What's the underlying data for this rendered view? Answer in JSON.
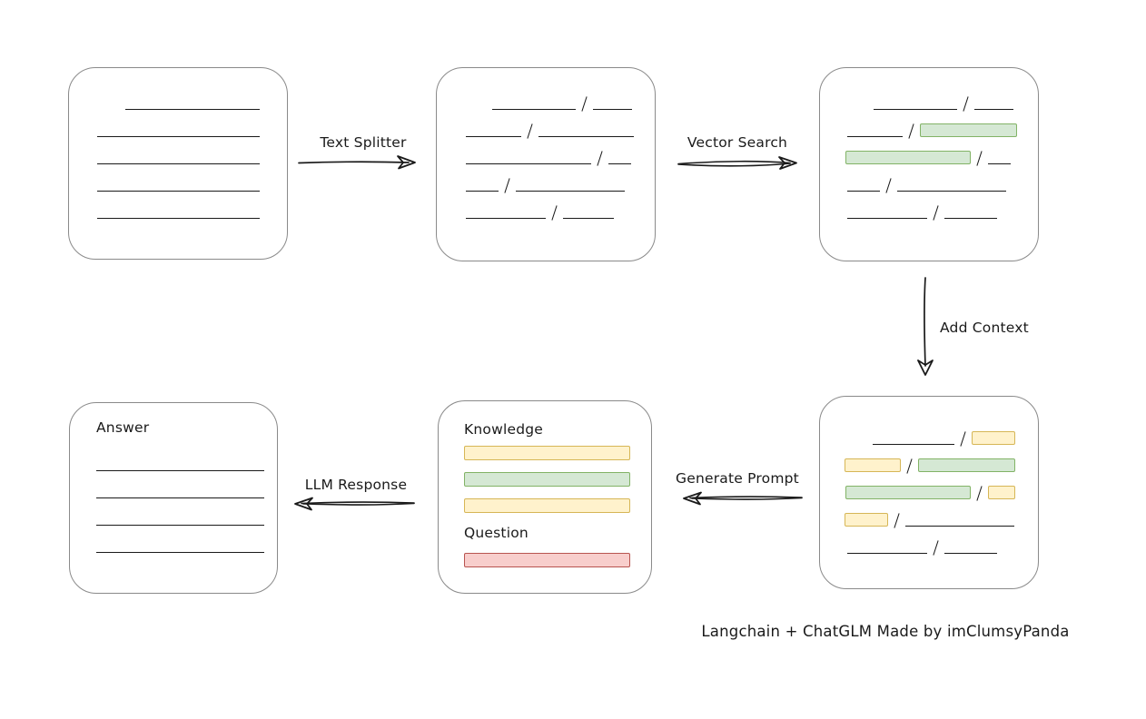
{
  "diagram": {
    "caption": "Langchain + ChatGLM Made by imClumsyPanda",
    "colors": {
      "ink": "#1a1a1a",
      "box_border": "#8a8a8a",
      "green_fill": "#d5e8d4",
      "green_border": "#82b366",
      "yellow_fill": "#fff2cc",
      "yellow_border": "#d6b656",
      "red_fill": "#f8cecc",
      "red_border": "#b85450"
    },
    "arrows": {
      "text_splitter": {
        "label": "Text Splitter",
        "direction": "right"
      },
      "vector_search": {
        "label": "Vector Search",
        "direction": "right"
      },
      "add_context": {
        "label": "Add Context",
        "direction": "down"
      },
      "generate_prompt": {
        "label": "Generate Prompt",
        "direction": "left"
      },
      "llm_response": {
        "label": "LLM Response",
        "direction": "left"
      }
    },
    "boxes": {
      "document": {
        "rows": [
          {
            "pad": 62,
            "segments": [
              {
                "type": "line",
                "w": 148
              }
            ]
          },
          {
            "pad": 31,
            "segments": [
              {
                "type": "line",
                "w": 179
              }
            ]
          },
          {
            "pad": 31,
            "segments": [
              {
                "type": "line",
                "w": 179
              }
            ]
          },
          {
            "pad": 31,
            "segments": [
              {
                "type": "line",
                "w": 179
              }
            ]
          },
          {
            "pad": 31,
            "segments": [
              {
                "type": "line",
                "w": 179
              }
            ]
          }
        ]
      },
      "split_text": {
        "rows": [
          {
            "pad": 61,
            "segments": [
              {
                "type": "line",
                "w": 92
              },
              {
                "type": "line",
                "w": 43
              }
            ]
          },
          {
            "pad": 32,
            "segments": [
              {
                "type": "line",
                "w": 61
              },
              {
                "type": "line",
                "w": 105
              }
            ]
          },
          {
            "pad": 32,
            "segments": [
              {
                "type": "line",
                "w": 138
              },
              {
                "type": "line",
                "w": 25
              }
            ]
          },
          {
            "pad": 32,
            "segments": [
              {
                "type": "line",
                "w": 36
              },
              {
                "type": "line",
                "w": 120
              }
            ]
          },
          {
            "pad": 32,
            "segments": [
              {
                "type": "line",
                "w": 88
              },
              {
                "type": "line",
                "w": 56
              }
            ]
          }
        ]
      },
      "vector_result": {
        "rows": [
          {
            "pad": 59,
            "segments": [
              {
                "type": "line",
                "w": 92
              },
              {
                "type": "line",
                "w": 43
              }
            ]
          },
          {
            "pad": 30,
            "segments": [
              {
                "type": "line",
                "w": 61
              },
              {
                "type": "green",
                "w": 107
              }
            ]
          },
          {
            "pad": 28,
            "segments": [
              {
                "type": "green",
                "w": 138
              },
              {
                "type": "line",
                "w": 25
              }
            ]
          },
          {
            "pad": 30,
            "segments": [
              {
                "type": "line",
                "w": 36
              },
              {
                "type": "line",
                "w": 120
              }
            ]
          },
          {
            "pad": 30,
            "segments": [
              {
                "type": "line",
                "w": 88
              },
              {
                "type": "line",
                "w": 58
              }
            ]
          }
        ]
      },
      "context": {
        "rows": [
          {
            "pad": 58,
            "segments": [
              {
                "type": "line",
                "w": 90
              },
              {
                "type": "yellow",
                "w": 48
              }
            ]
          },
          {
            "pad": 27,
            "segments": [
              {
                "type": "yellow",
                "w": 62
              },
              {
                "type": "green",
                "w": 107
              }
            ]
          },
          {
            "pad": 28,
            "segments": [
              {
                "type": "green",
                "w": 138
              },
              {
                "type": "yellow",
                "w": 30
              }
            ]
          },
          {
            "pad": 27,
            "segments": [
              {
                "type": "yellow",
                "w": 48
              },
              {
                "type": "line",
                "w": 120
              }
            ]
          },
          {
            "pad": 30,
            "segments": [
              {
                "type": "line",
                "w": 88
              },
              {
                "type": "line",
                "w": 58
              }
            ]
          }
        ]
      },
      "prompt": {
        "items": [
          {
            "type": "label",
            "text": "Knowledge"
          },
          {
            "type": "bar",
            "color": "yellow"
          },
          {
            "type": "bar",
            "color": "green"
          },
          {
            "type": "bar",
            "color": "yellow"
          },
          {
            "type": "label",
            "text": "Question"
          },
          {
            "type": "bar",
            "color": "red"
          }
        ]
      },
      "answer": {
        "label": "Answer",
        "rows": [
          {
            "pad": 29,
            "segments": [
              {
                "type": "line",
                "w": 185
              }
            ]
          },
          {
            "pad": 29,
            "segments": [
              {
                "type": "line",
                "w": 185
              }
            ]
          },
          {
            "pad": 29,
            "segments": [
              {
                "type": "line",
                "w": 185
              }
            ]
          },
          {
            "pad": 29,
            "segments": [
              {
                "type": "line",
                "w": 185
              }
            ]
          }
        ]
      }
    }
  }
}
